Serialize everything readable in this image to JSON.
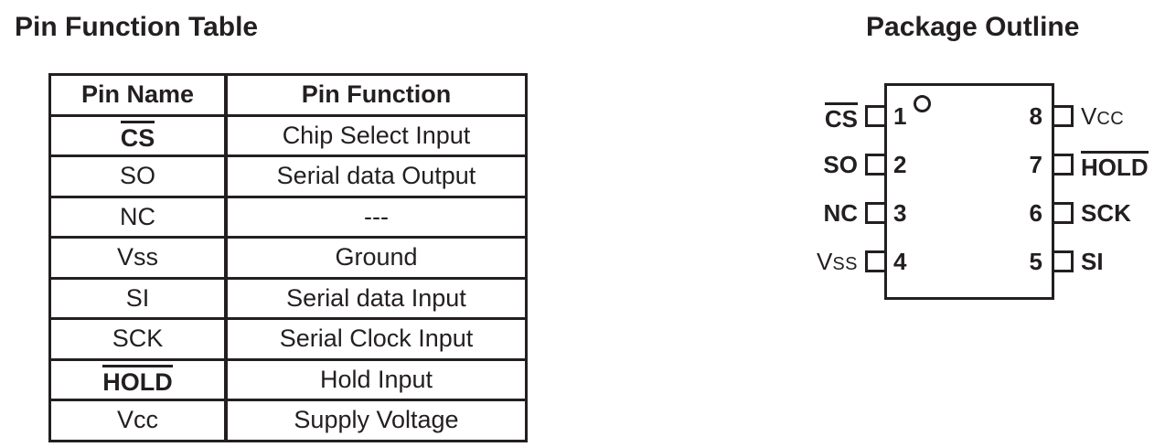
{
  "colors": {
    "ink": "#231f20",
    "background": "#ffffff"
  },
  "pin_table": {
    "title": "Pin Function Table",
    "headers": {
      "name": "Pin Name",
      "function": "Pin Function"
    },
    "rows": [
      {
        "name": "CS",
        "overline": true,
        "function": "Chip Select Input"
      },
      {
        "name": "SO",
        "overline": false,
        "function": "Serial data Output"
      },
      {
        "name": "NC",
        "overline": false,
        "function": "---"
      },
      {
        "name": "Vss",
        "overline": false,
        "function": "Ground"
      },
      {
        "name": "SI",
        "overline": false,
        "function": "Serial data Input"
      },
      {
        "name": "SCK",
        "overline": false,
        "function": "Serial Clock Input"
      },
      {
        "name": "HOLD",
        "overline": true,
        "function": "Hold Input"
      },
      {
        "name": "Vcc",
        "overline": false,
        "function": "Supply Voltage"
      }
    ]
  },
  "package_outline": {
    "title": "Package Outline",
    "left_pins": [
      {
        "number": "1",
        "label": "CS",
        "overline": true
      },
      {
        "number": "2",
        "label": "SO",
        "overline": false
      },
      {
        "number": "3",
        "label": "NC",
        "overline": false
      },
      {
        "number": "4",
        "label": "V",
        "label_small": "SS",
        "overline": false
      }
    ],
    "right_pins": [
      {
        "number": "8",
        "label": "V",
        "label_small": "CC",
        "overline": false
      },
      {
        "number": "7",
        "label": "HOLD",
        "overline": true
      },
      {
        "number": "6",
        "label": "SCK",
        "overline": false
      },
      {
        "number": "5",
        "label": "SI",
        "overline": false
      }
    ]
  }
}
